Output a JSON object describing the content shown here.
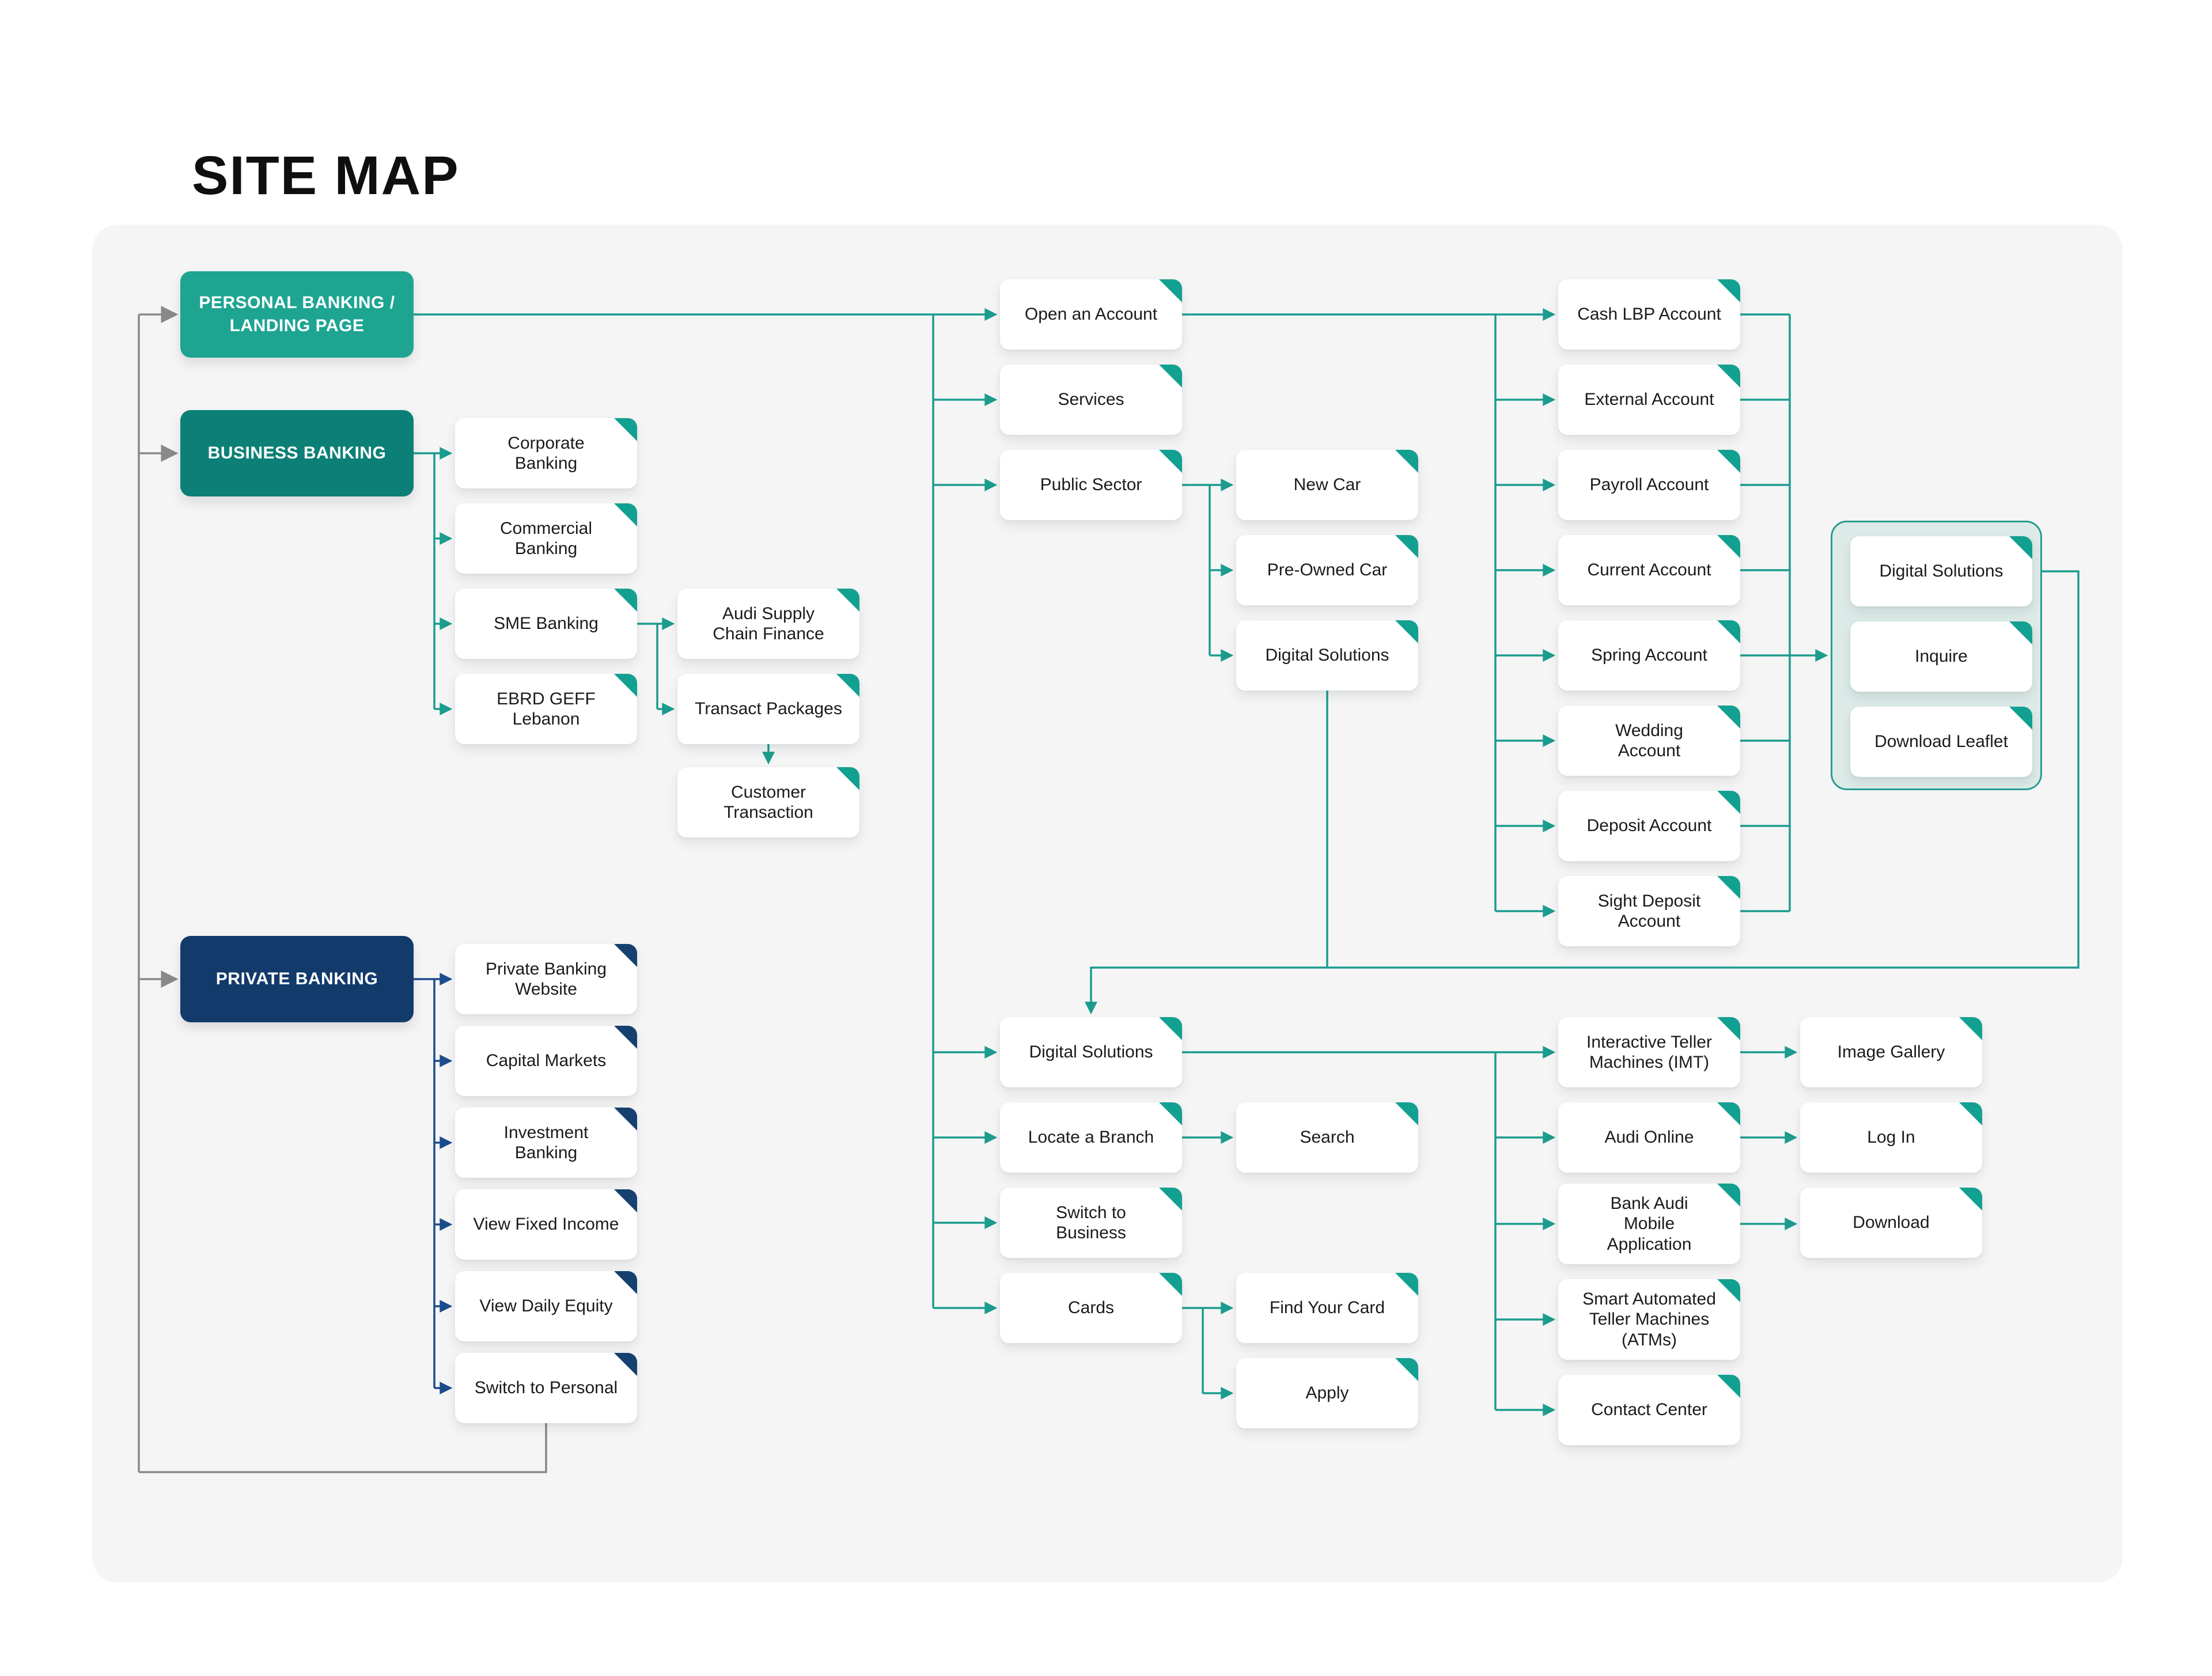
{
  "title": "SITE MAP",
  "colors": {
    "canvas_background": "#f5f5f6",
    "teal_node": "#1ea592",
    "dark_teal_node": "#0c8076",
    "navy_node": "#123a6b",
    "teal_connector": "#1b9c8e",
    "navy_connector": "#1c4c8c",
    "gray_connector": "#898989",
    "corner_fold_teal": "#12a091",
    "corner_fold_navy": "#15406f",
    "group_fill": "#dcebe8",
    "group_border": "#2a9d8f"
  },
  "nodes": {
    "personal": "PERSONAL BANKING / LANDING PAGE",
    "business": "BUSINESS BANKING",
    "private": "PRIVATE BANKING",
    "corporate_banking": "Corporate Banking",
    "commercial_banking": "Commercial Banking",
    "sme_banking": "SME Banking",
    "ebrd_geff_lebanon": "EBRD GEFF Lebanon",
    "audi_supply_chain_finance": "Audi Supply Chain Finance",
    "transact_packages": "Transact Packages",
    "customer_transaction": "Customer Transaction",
    "private_banking_website": "Private Banking Website",
    "capital_markets": "Capital Markets",
    "investment_banking": "Investment Banking",
    "view_fixed_income": "View Fixed Income",
    "view_daily_equity": "View Daily Equity",
    "switch_to_personal": "Switch to Personal",
    "open_an_account": "Open an Account",
    "services": "Services",
    "public_sector": "Public Sector",
    "new_car": "New Car",
    "pre_owned_car": "Pre-Owned Car",
    "digital_solutions_public_sector": "Digital Solutions",
    "cash_lbp_account": "Cash LBP Account",
    "external_account": "External Account",
    "payroll_account": "Payroll Account",
    "current_account": "Current Account",
    "spring_account": "Spring Account",
    "wedding_account": "Wedding Account",
    "deposit_account": "Deposit Account",
    "sight_deposit_account": "Sight Deposit Account",
    "digital_solutions_group": "Digital Solutions",
    "inquire": "Inquire",
    "download_leaflet": "Download Leaflet",
    "digital_solutions_main": "Digital Solutions",
    "locate_a_branch": "Locate a Branch",
    "switch_to_business": "Switch to Business",
    "cards": "Cards",
    "search": "Search",
    "find_your_card": "Find Your Card",
    "apply": "Apply",
    "interactive_teller_machines": "Interactive Teller Machines (IMT)",
    "audi_online": "Audi Online",
    "bank_audi_mobile_application": "Bank Audi Mobile Application",
    "smart_atms": "Smart Automated Teller Machines (ATMs)",
    "contact_center": "Contact Center",
    "image_gallery": "Image Gallery",
    "log_in": "Log In",
    "download": "Download"
  },
  "edges": [
    [
      "hub",
      "personal"
    ],
    [
      "hub",
      "business"
    ],
    [
      "hub",
      "private"
    ],
    [
      "switch_to_personal",
      "hub"
    ],
    [
      "personal",
      "open_an_account"
    ],
    [
      "personal",
      "services"
    ],
    [
      "personal",
      "public_sector"
    ],
    [
      "personal",
      "digital_solutions_main"
    ],
    [
      "personal",
      "locate_a_branch"
    ],
    [
      "personal",
      "switch_to_business"
    ],
    [
      "personal",
      "cards"
    ],
    [
      "business",
      "corporate_banking"
    ],
    [
      "business",
      "commercial_banking"
    ],
    [
      "business",
      "sme_banking"
    ],
    [
      "business",
      "ebrd_geff_lebanon"
    ],
    [
      "sme_banking",
      "audi_supply_chain_finance"
    ],
    [
      "sme_banking",
      "transact_packages"
    ],
    [
      "transact_packages",
      "customer_transaction"
    ],
    [
      "private",
      "private_banking_website"
    ],
    [
      "private",
      "capital_markets"
    ],
    [
      "private",
      "investment_banking"
    ],
    [
      "private",
      "view_fixed_income"
    ],
    [
      "private",
      "view_daily_equity"
    ],
    [
      "private",
      "switch_to_personal"
    ],
    [
      "open_an_account",
      "cash_lbp_account"
    ],
    [
      "open_an_account",
      "external_account"
    ],
    [
      "open_an_account",
      "payroll_account"
    ],
    [
      "open_an_account",
      "current_account"
    ],
    [
      "open_an_account",
      "spring_account"
    ],
    [
      "open_an_account",
      "wedding_account"
    ],
    [
      "open_an_account",
      "deposit_account"
    ],
    [
      "open_an_account",
      "sight_deposit_account"
    ],
    [
      "cash_lbp_account",
      "digital_solutions_group"
    ],
    [
      "external_account",
      "digital_solutions_group"
    ],
    [
      "payroll_account",
      "digital_solutions_group"
    ],
    [
      "current_account",
      "digital_solutions_group"
    ],
    [
      "spring_account",
      "digital_solutions_group"
    ],
    [
      "wedding_account",
      "digital_solutions_group"
    ],
    [
      "deposit_account",
      "digital_solutions_group"
    ],
    [
      "sight_deposit_account",
      "digital_solutions_group"
    ],
    [
      "public_sector",
      "new_car"
    ],
    [
      "public_sector",
      "pre_owned_car"
    ],
    [
      "public_sector",
      "digital_solutions_public_sector"
    ],
    [
      "digital_solutions_public_sector",
      "digital_solutions_main"
    ],
    [
      "digital_solutions_group",
      "digital_solutions_main"
    ],
    [
      "digital_solutions_main",
      "interactive_teller_machines"
    ],
    [
      "digital_solutions_main",
      "audi_online"
    ],
    [
      "digital_solutions_main",
      "bank_audi_mobile_application"
    ],
    [
      "digital_solutions_main",
      "smart_atms"
    ],
    [
      "digital_solutions_main",
      "contact_center"
    ],
    [
      "interactive_teller_machines",
      "image_gallery"
    ],
    [
      "audi_online",
      "log_in"
    ],
    [
      "bank_audi_mobile_application",
      "download"
    ],
    [
      "locate_a_branch",
      "search"
    ],
    [
      "cards",
      "find_your_card"
    ],
    [
      "cards",
      "apply"
    ]
  ]
}
